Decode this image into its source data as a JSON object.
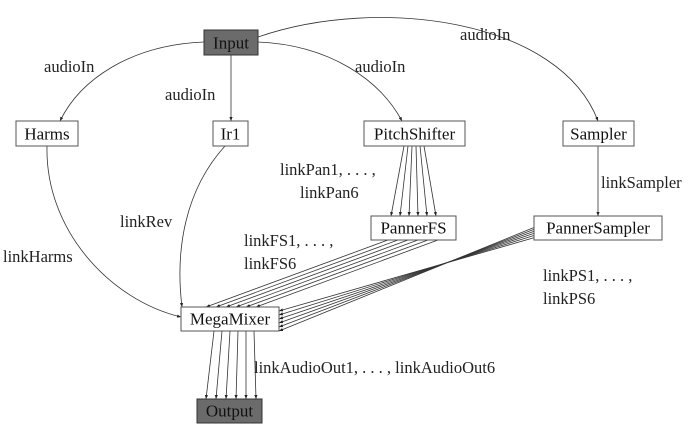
{
  "nodes": {
    "input": "Input",
    "harms": "Harms",
    "ir1": "Ir1",
    "pitchshifter": "PitchShifter",
    "sampler": "Sampler",
    "pannerfs": "PannerFS",
    "pannersampler": "PannerSampler",
    "megamixer": "MegaMixer",
    "output": "Output"
  },
  "edge_labels": {
    "audioin_harms": "audioIn",
    "audioin_ir1": "audioIn",
    "audioin_pitch": "audioIn",
    "audioin_sampler": "audioIn",
    "linkpan_1": "linkPan1, . . . ,",
    "linkpan_2": "linkPan6",
    "linksampler": "linkSampler",
    "linkrev": "linkRev",
    "linkharms": "linkHarms",
    "linkfs_1": "linkFS1, . . . ,",
    "linkfs_2": "linkFS6",
    "linkps_1": "linkPS1, . . . ,",
    "linkps_2": "linkPS6",
    "linkaudioout": "linkAudioOut1, . . . , linkAudioOut6"
  },
  "colors": {
    "dark_node": "#6b6b6b",
    "edge": "#333333"
  }
}
